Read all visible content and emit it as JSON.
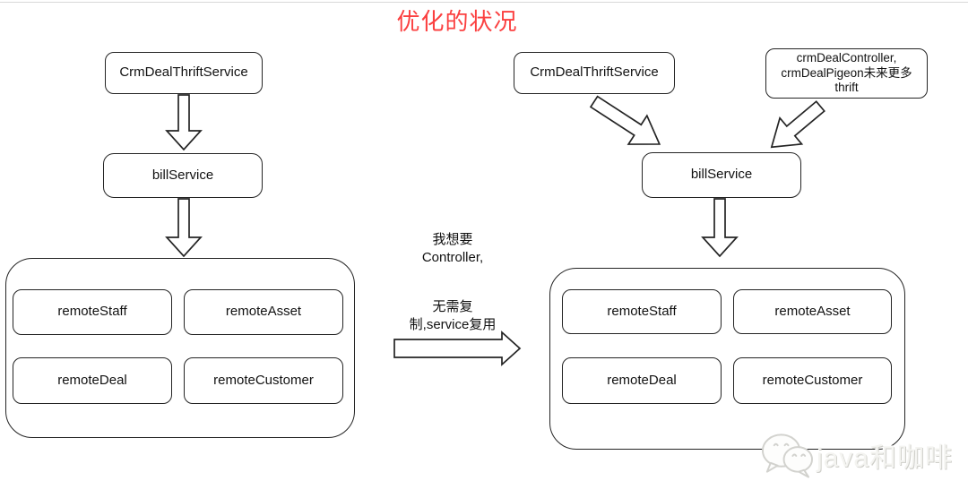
{
  "page": {
    "title": "优化的状况",
    "title_color": "#fb4040"
  },
  "left_diagram": {
    "entry_box": "CrmDealThriftService",
    "service_box": "billService",
    "remote_modules": [
      "remoteStaff",
      "remoteAsset",
      "remoteDeal",
      "remoteCustomer"
    ]
  },
  "annotation": {
    "want_line1": "我想要",
    "want_line2": "Controller,",
    "reuse_line1": "无需复",
    "reuse_line2": "制,service复用"
  },
  "right_diagram": {
    "entry_box": "CrmDealThriftService",
    "future_box_line1": "crmDealController,",
    "future_box_line2": "crmDealPigeon未来更多",
    "future_box_line3": "thrift",
    "service_box": "billService",
    "remote_modules": [
      "remoteStaff",
      "remoteAsset",
      "remoteDeal",
      "remoteCustomer"
    ]
  },
  "watermark": {
    "text": "java和咖啡",
    "icon": "wechat-icon"
  },
  "colors": {
    "stroke": "#242424",
    "title_red": "#fb4040",
    "watermark_gray": "#d2d2ce"
  }
}
